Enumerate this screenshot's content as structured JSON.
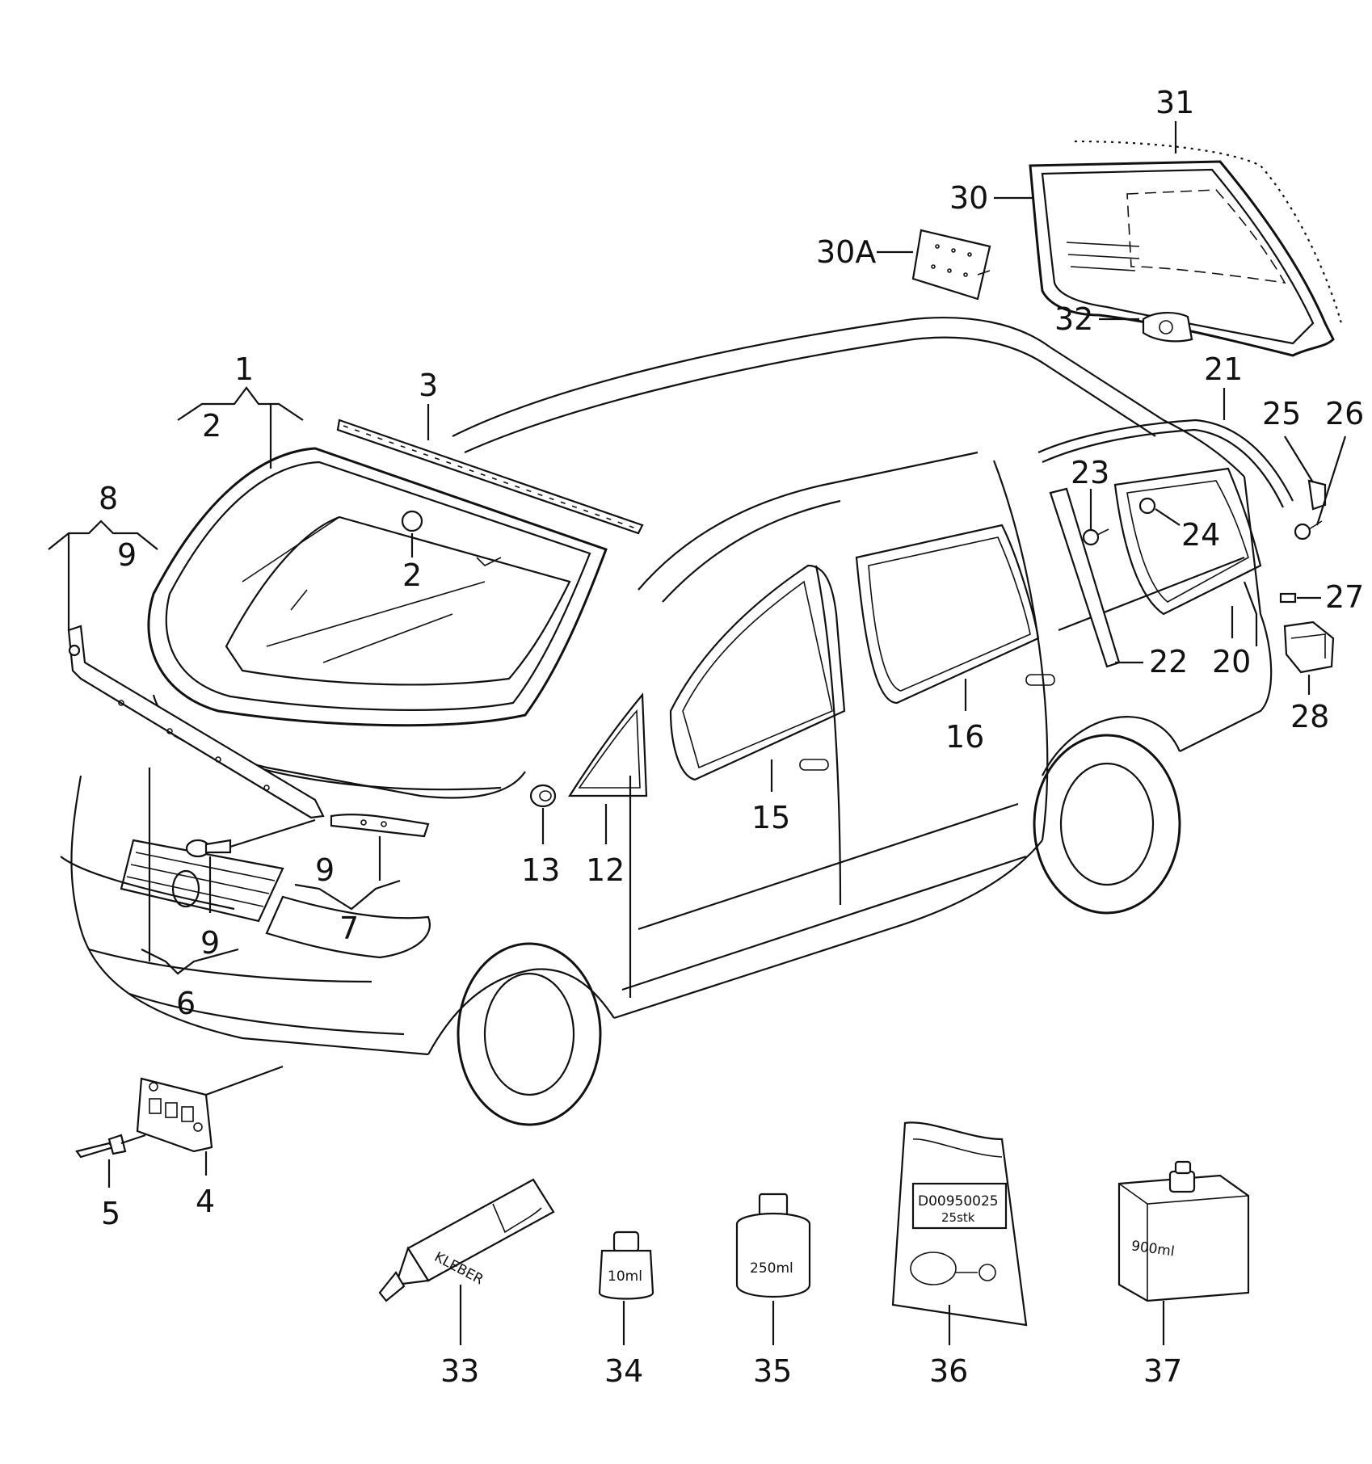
{
  "callouts": {
    "c1": "1",
    "c2a": "2",
    "c2b": "2",
    "c3": "3",
    "c4": "4",
    "c5": "5",
    "c6": "6",
    "c7": "7",
    "c8": "8",
    "c9a": "9",
    "c9b": "9",
    "c9c": "9",
    "c12": "12",
    "c13": "13",
    "c15": "15",
    "c16": "16",
    "c20": "20",
    "c21": "21",
    "c22": "22",
    "c23": "23",
    "c24": "24",
    "c25": "25",
    "c26": "26",
    "c27": "27",
    "c28": "28",
    "c30": "30",
    "c30a": "30A",
    "c31": "31",
    "c32": "32",
    "c33": "33",
    "c34": "34",
    "c35": "35",
    "c36": "36",
    "c37": "37"
  },
  "packaging": {
    "tube_label": "KLEBER",
    "bottle_small": "10ml",
    "can_medium": "250ml",
    "bag_code": "D00950025",
    "bag_qty": "25stk",
    "canister": "900ml"
  }
}
